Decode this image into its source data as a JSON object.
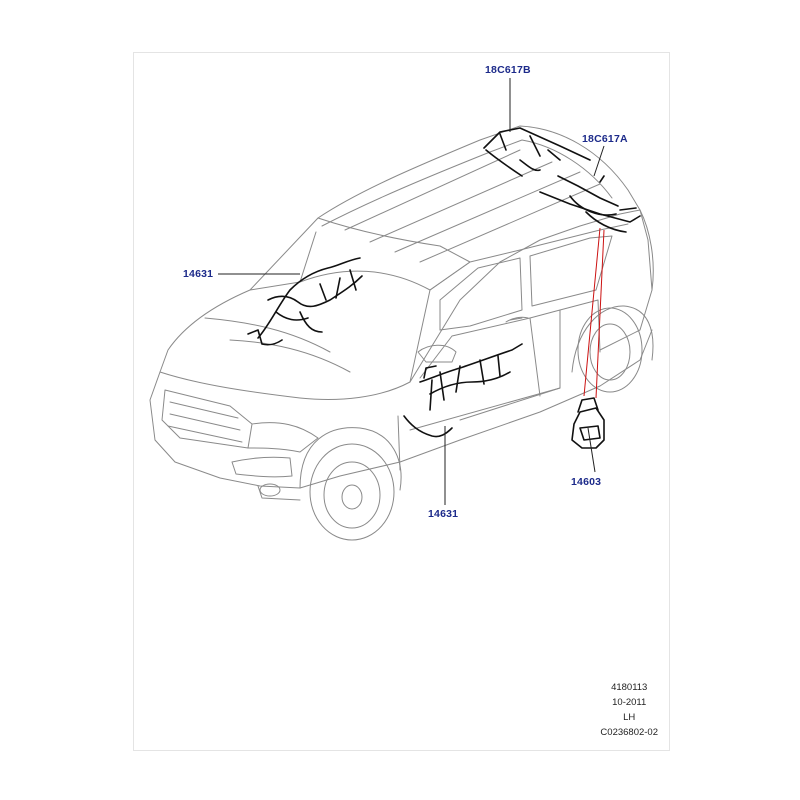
{
  "callouts": {
    "roof_rear_b": "18C617B",
    "roof_rear_a": "18C617A",
    "dash_harness": "14631",
    "door_harness": "14631",
    "control_module": "14603"
  },
  "reference": {
    "drawing_number": "4180113",
    "date": "10-2011",
    "side": "LH",
    "catalog_code": "C0236802-02"
  },
  "colors": {
    "callout_text": "#1c2a8a",
    "leader_line": "#222222",
    "highlight_line": "#cc1111",
    "vehicle_outline": "#8a8a8a"
  }
}
